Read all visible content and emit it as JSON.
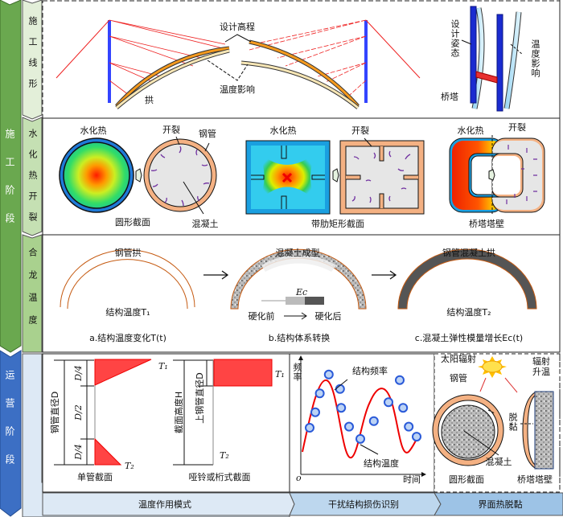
{
  "stages": {
    "construction": "施工阶段",
    "operation": "运营阶段"
  },
  "rows": [
    {
      "label": "施工线形"
    },
    {
      "label": "水化热开裂"
    },
    {
      "label": "合龙温度"
    }
  ],
  "row1": {
    "design_elevation": "设计高程",
    "temp_effect": "温度影响",
    "arch": "拱",
    "design_posture": "设计姿态",
    "tower_temp_effect": "温度影响",
    "tower": "桥塔"
  },
  "row2": {
    "heat1": "水化热",
    "crack1": "开裂",
    "steel_tube": "钢管",
    "concrete": "混凝土",
    "circ_caption": "圆形截面",
    "heat2": "水化热",
    "crack2": "开裂",
    "rect_caption": "带肋矩形截面",
    "heat3": "水化热",
    "crack3": "开裂",
    "wall_caption": "桥塔塔壁"
  },
  "row3": {
    "a_title": "钢管拱",
    "a_temp": "结构温度T₁",
    "a_caption": "a.结构温度变化T(t)",
    "b_title": "混凝土成型",
    "b_ec": "Ec",
    "b_before": "硬化前",
    "b_after": "硬化后",
    "b_caption": "b.结构体系转换",
    "c_title": "钢管混凝土拱",
    "c_temp": "结构温度T₂",
    "c_caption": "c.混凝土弹性模量增长Ec(t)"
  },
  "row4": {
    "single": {
      "d_label": "钢管直径D",
      "q1": "D/4",
      "half": "D/2",
      "q2": "D/4",
      "t1": "T₁",
      "t2": "T₂",
      "caption": "单管截面"
    },
    "dumbbell": {
      "h_label": "截面高度H",
      "d_label": "上钢管直径D",
      "t1": "T₁",
      "t2": "T₂",
      "caption": "哑铃或桁式截面"
    },
    "chart": {
      "ylabel": "频率",
      "xlabel": "时间",
      "origin": "o",
      "freq_label": "结构频率",
      "temp_label": "结构温度"
    },
    "debond": {
      "sun": "太阳辐射",
      "rad_heat": "辐射升温",
      "steel": "钢管",
      "debond": "脱黏",
      "concrete": "混凝土",
      "circ": "圆形截面",
      "wall": "桥塔塔壁"
    }
  },
  "footer_tabs": [
    "温度作用模式",
    "干扰结构损伤识别",
    "界面热脱黏"
  ],
  "chart_data": {
    "type": "scatter",
    "series": [
      {
        "name": "结构频率",
        "points": [
          [
            0.05,
            0.42
          ],
          [
            0.1,
            0.56
          ],
          [
            0.14,
            0.73
          ],
          [
            0.22,
            0.9
          ],
          [
            0.32,
            0.77
          ],
          [
            0.33,
            0.6
          ],
          [
            0.4,
            0.43
          ],
          [
            0.5,
            0.32
          ],
          [
            0.62,
            0.48
          ],
          [
            0.75,
            0.65
          ],
          [
            0.85,
            0.85
          ],
          [
            0.88,
            0.6
          ],
          [
            0.93,
            0.43
          ],
          [
            1.0,
            0.34
          ]
        ]
      },
      {
        "name": "结构温度",
        "type": "line"
      }
    ],
    "xlabel": "时间",
    "ylabel": "频率"
  },
  "colors": {
    "green": "#6aa84f",
    "blue": "#3c6fc4",
    "red": "#ff4040",
    "orange": "#f0a070"
  }
}
